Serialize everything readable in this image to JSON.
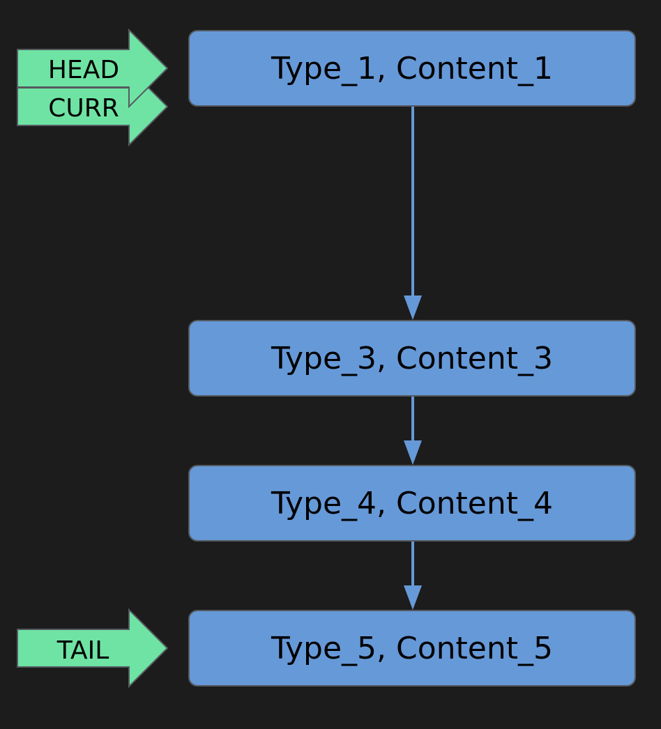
{
  "nodes": [
    {
      "id": "n1",
      "label": "Type_1, Content_1"
    },
    {
      "id": "n3",
      "label": "Type_3, Content_3"
    },
    {
      "id": "n4",
      "label": "Type_4, Content_4"
    },
    {
      "id": "n5",
      "label": "Type_5, Content_5"
    }
  ],
  "pointers": {
    "head": "HEAD",
    "curr": "CURR",
    "tail": "TAIL"
  },
  "colors": {
    "background": "#1c1c1c",
    "node_fill": "#6699d8",
    "node_border": "#555a60",
    "edge": "#6699d8",
    "pointer_fill": "#6fe3a3",
    "pointer_stroke": "#555a60"
  }
}
